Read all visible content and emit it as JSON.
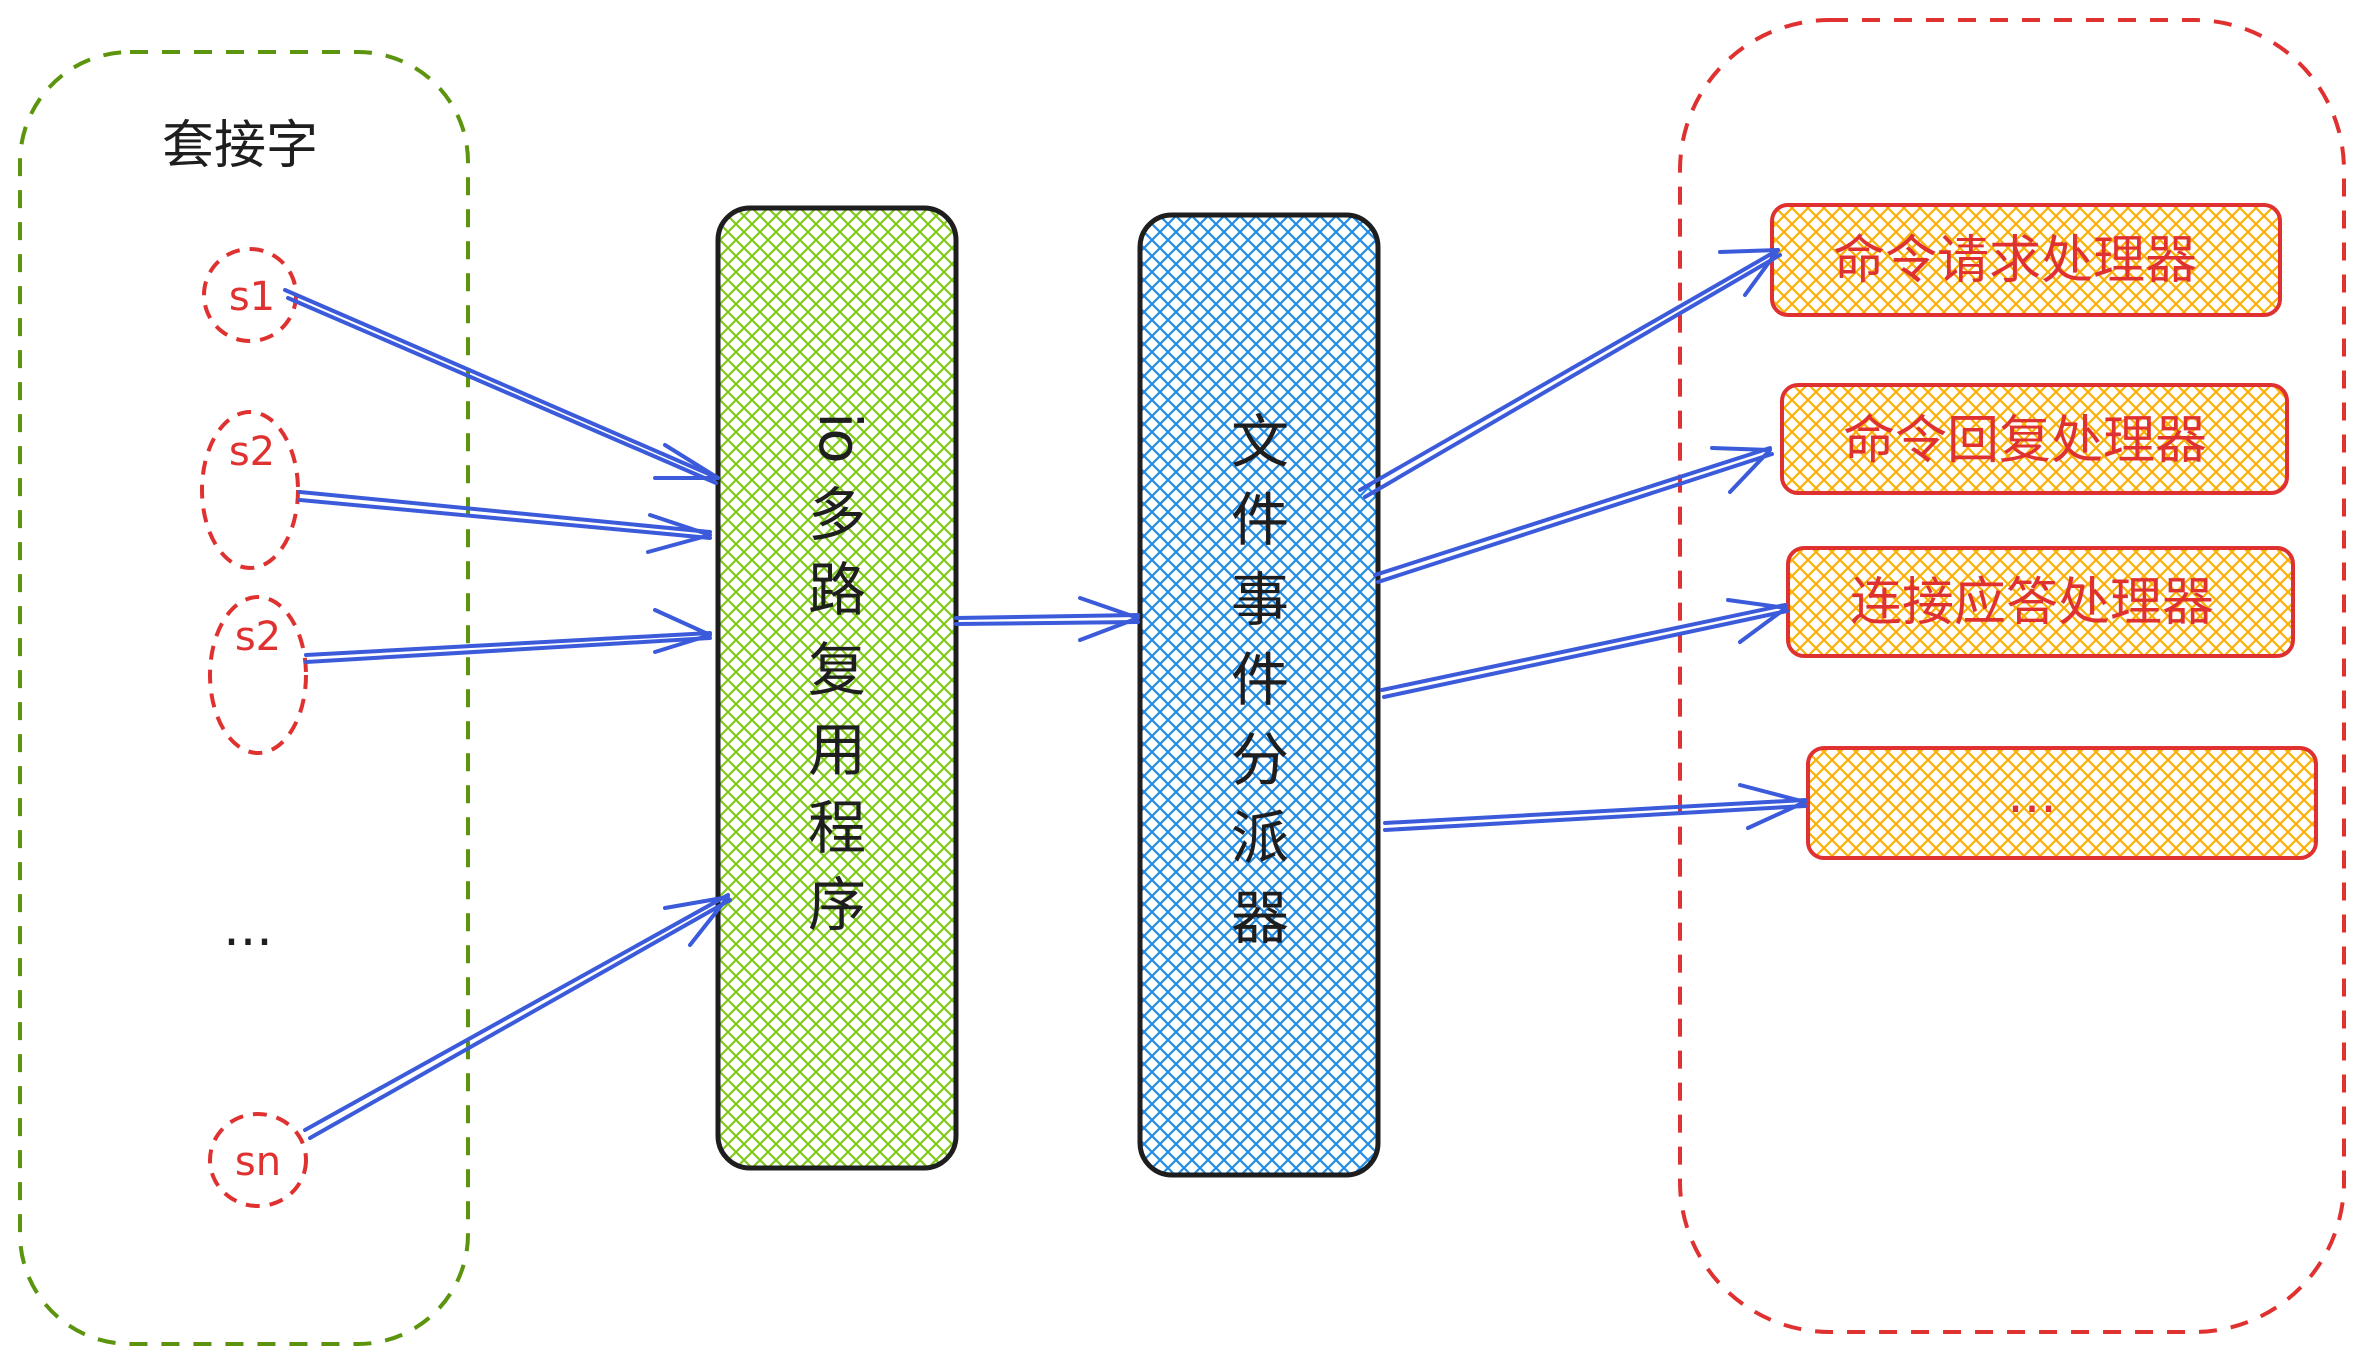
{
  "socket_group": {
    "title": "套接字",
    "sockets": [
      "s1",
      "s2",
      "s2",
      "sn"
    ],
    "ellipsis": "..."
  },
  "multiplexer": {
    "chars": [
      "io",
      "多",
      "路",
      "复",
      "用",
      "程",
      "序"
    ]
  },
  "dispatcher": {
    "chars": [
      "文",
      "件",
      "事",
      "件",
      "分",
      "派",
      "器"
    ]
  },
  "handlers": {
    "items": [
      "命令请求处理器",
      "命令回复处理器",
      "连接应答处理器",
      "..."
    ]
  },
  "colors": {
    "socket_group_border": "#5c940d",
    "handler_group_border": "#e03131",
    "socket_circle": "#e03131",
    "multiplexer_fill": "#82c91e",
    "dispatcher_fill": "#228be6",
    "handler_fill": "#fab005",
    "handler_border": "#e03131",
    "arrow": "#3b5bdb",
    "outline": "#1e1e1e"
  }
}
